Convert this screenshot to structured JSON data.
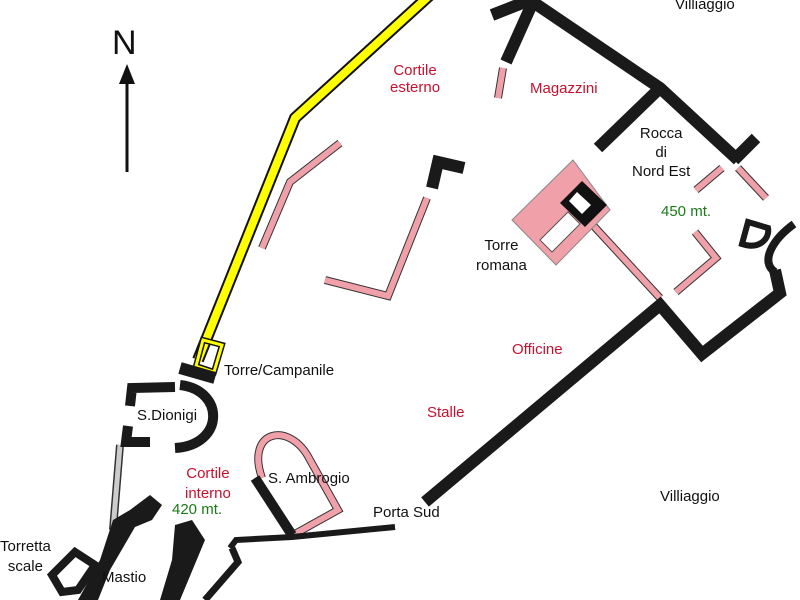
{
  "compass": {
    "label": "N"
  },
  "labels": {
    "villaggio_top": "Villiaggio",
    "cortile_esterno": [
      "Cortile",
      "esterno"
    ],
    "magazzini": "Magazzini",
    "rocca": [
      "Rocca",
      "di",
      "Nord Est"
    ],
    "alt_450": "450 mt.",
    "torre_romana": [
      "Torre",
      "romana"
    ],
    "officine": "Officine",
    "torre_campanile": "Torre/Campanile",
    "s_dionigi": "S.Dionigi",
    "stalle": "Stalle",
    "cortile_interno": [
      "Cortile",
      "interno"
    ],
    "alt_420": "420 mt.",
    "s_ambrogio": "S. Ambrogio",
    "porta_sud": "Porta Sud",
    "villaggio_bottom": "Villiaggio",
    "torretta": [
      "Torretta",
      "scale"
    ],
    "mastio": "Mastio"
  },
  "colors": {
    "wall": "#1a1a1a",
    "ruin": "#f0a0a8",
    "yellow_wall": "#ffff00",
    "red_label": "#c8102e",
    "green_label": "#1a7a1a"
  }
}
